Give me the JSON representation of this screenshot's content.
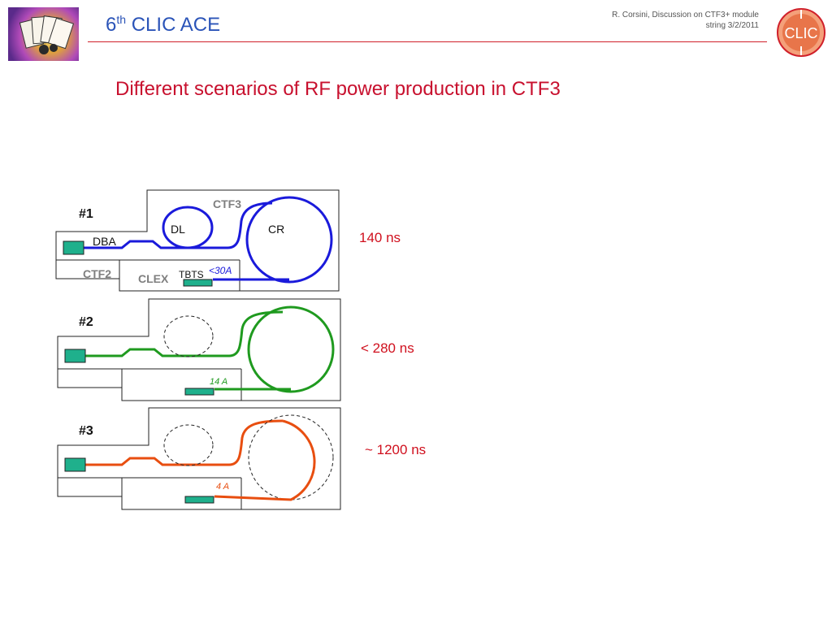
{
  "header": {
    "title_prefix": "6",
    "title_sup": "th",
    "title_rest": " CLIC ACE",
    "info_line1": "R. Corsini, Discussion on CTF3+ module",
    "info_line2": "string  3/2/2011",
    "logo_text": "CLIC"
  },
  "slide": {
    "title": "Different scenarios of RF power production in CTF3"
  },
  "scenarios": [
    {
      "id": "#1",
      "timing": "140 ns",
      "current": "<30A",
      "color": "#1a1adb"
    },
    {
      "id": "#2",
      "timing": "< 280 ns",
      "current": "14 A",
      "color": "#1f9a1f"
    },
    {
      "id": "#3",
      "timing": "~ 1200 ns",
      "current": "4 A",
      "color": "#e84e10"
    }
  ],
  "labels": {
    "ctf3": "CTF3",
    "dl": "DL",
    "cr": "CR",
    "dba": "DBA",
    "ctf2": "CTF2",
    "clex": "CLEX",
    "tbts": "TBTS"
  },
  "colors": {
    "header_blue": "#2b54b8",
    "accent_red": "#c8102e",
    "gray_label": "#7f7f7f",
    "component_fill": "#1fb08c"
  }
}
